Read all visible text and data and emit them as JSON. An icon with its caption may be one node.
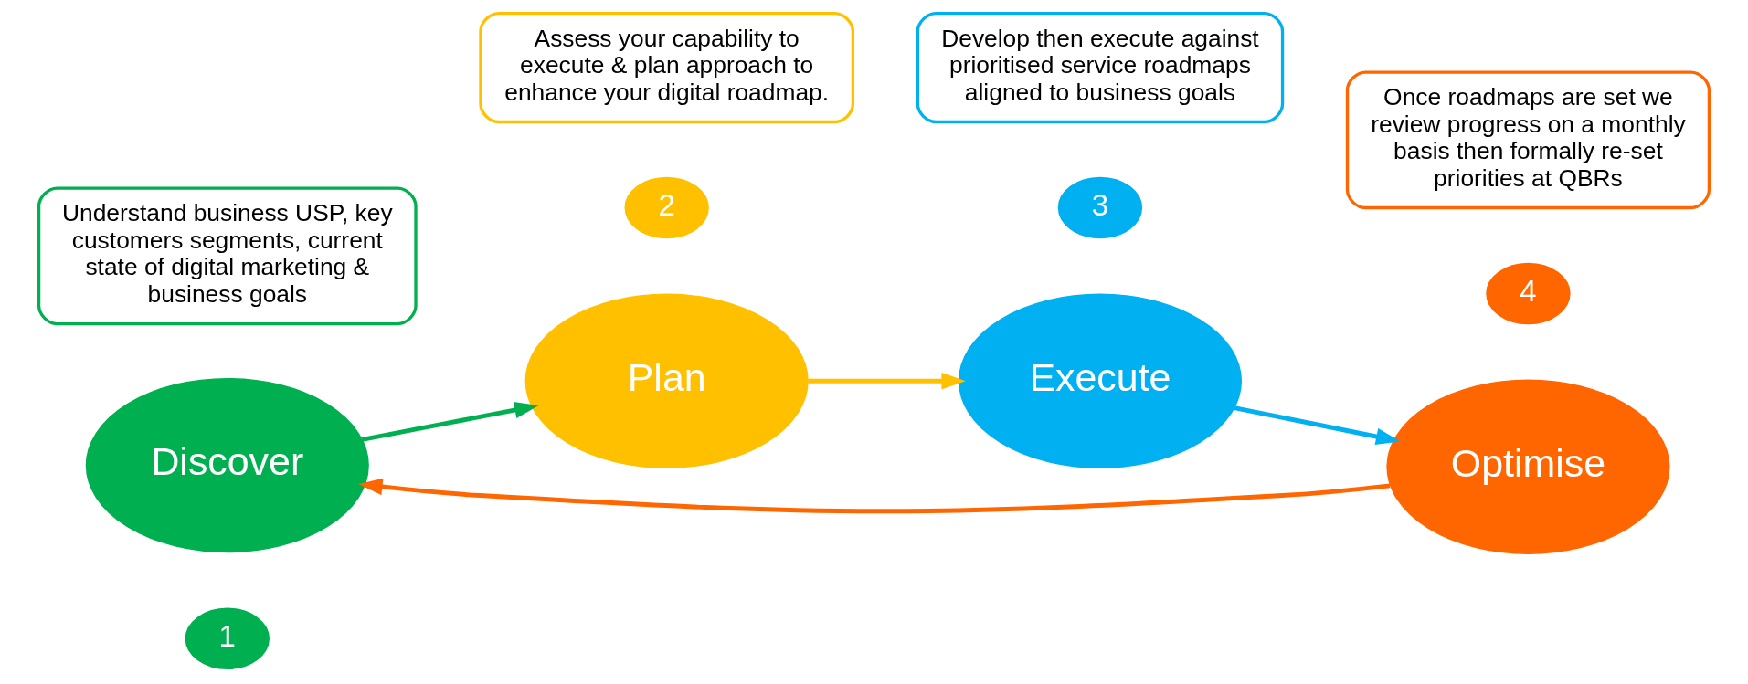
{
  "diagram": {
    "nodes": [
      {
        "text": [
          "1"
        ]
      },
      {
        "text": [
          "Discover"
        ]
      },
      {
        "text": [
          "Understand business USP, key customers segments, current state of digital marketing & business goals"
        ]
      },
      {
        "text": [
          "2"
        ]
      },
      {
        "text": [
          "Plan"
        ]
      },
      {
        "text": [
          "Assess your capability to execute & plan approach to enhance your digital roadmap."
        ]
      },
      {
        "text": [
          "3"
        ]
      },
      {
        "text": [
          "Execute"
        ]
      },
      {
        "text": [
          "Develop then execute against prioritised service roadmaps aligned to business goals"
        ]
      },
      {
        "text": [
          "4"
        ]
      },
      {
        "text": [
          "Optimise"
        ]
      },
      {
        "text": [
          "Once roadmaps are set we review progress on a monthly basis then formally re-set priorities at QBRs"
        ]
      }
    ],
    "edges": [
      {
        "from": 1,
        "to": 4,
        "arrow": "to",
        "color": "#00b050"
      },
      {
        "from": 4,
        "to": 7,
        "arrow": "to",
        "color": "#ffc000"
      },
      {
        "from": 7,
        "to": 10,
        "arrow": "to",
        "color": "#00b0f0"
      },
      {
        "from": 10,
        "to": 1,
        "arrow": "to",
        "color": "#ff6600"
      }
    ]
  }
}
